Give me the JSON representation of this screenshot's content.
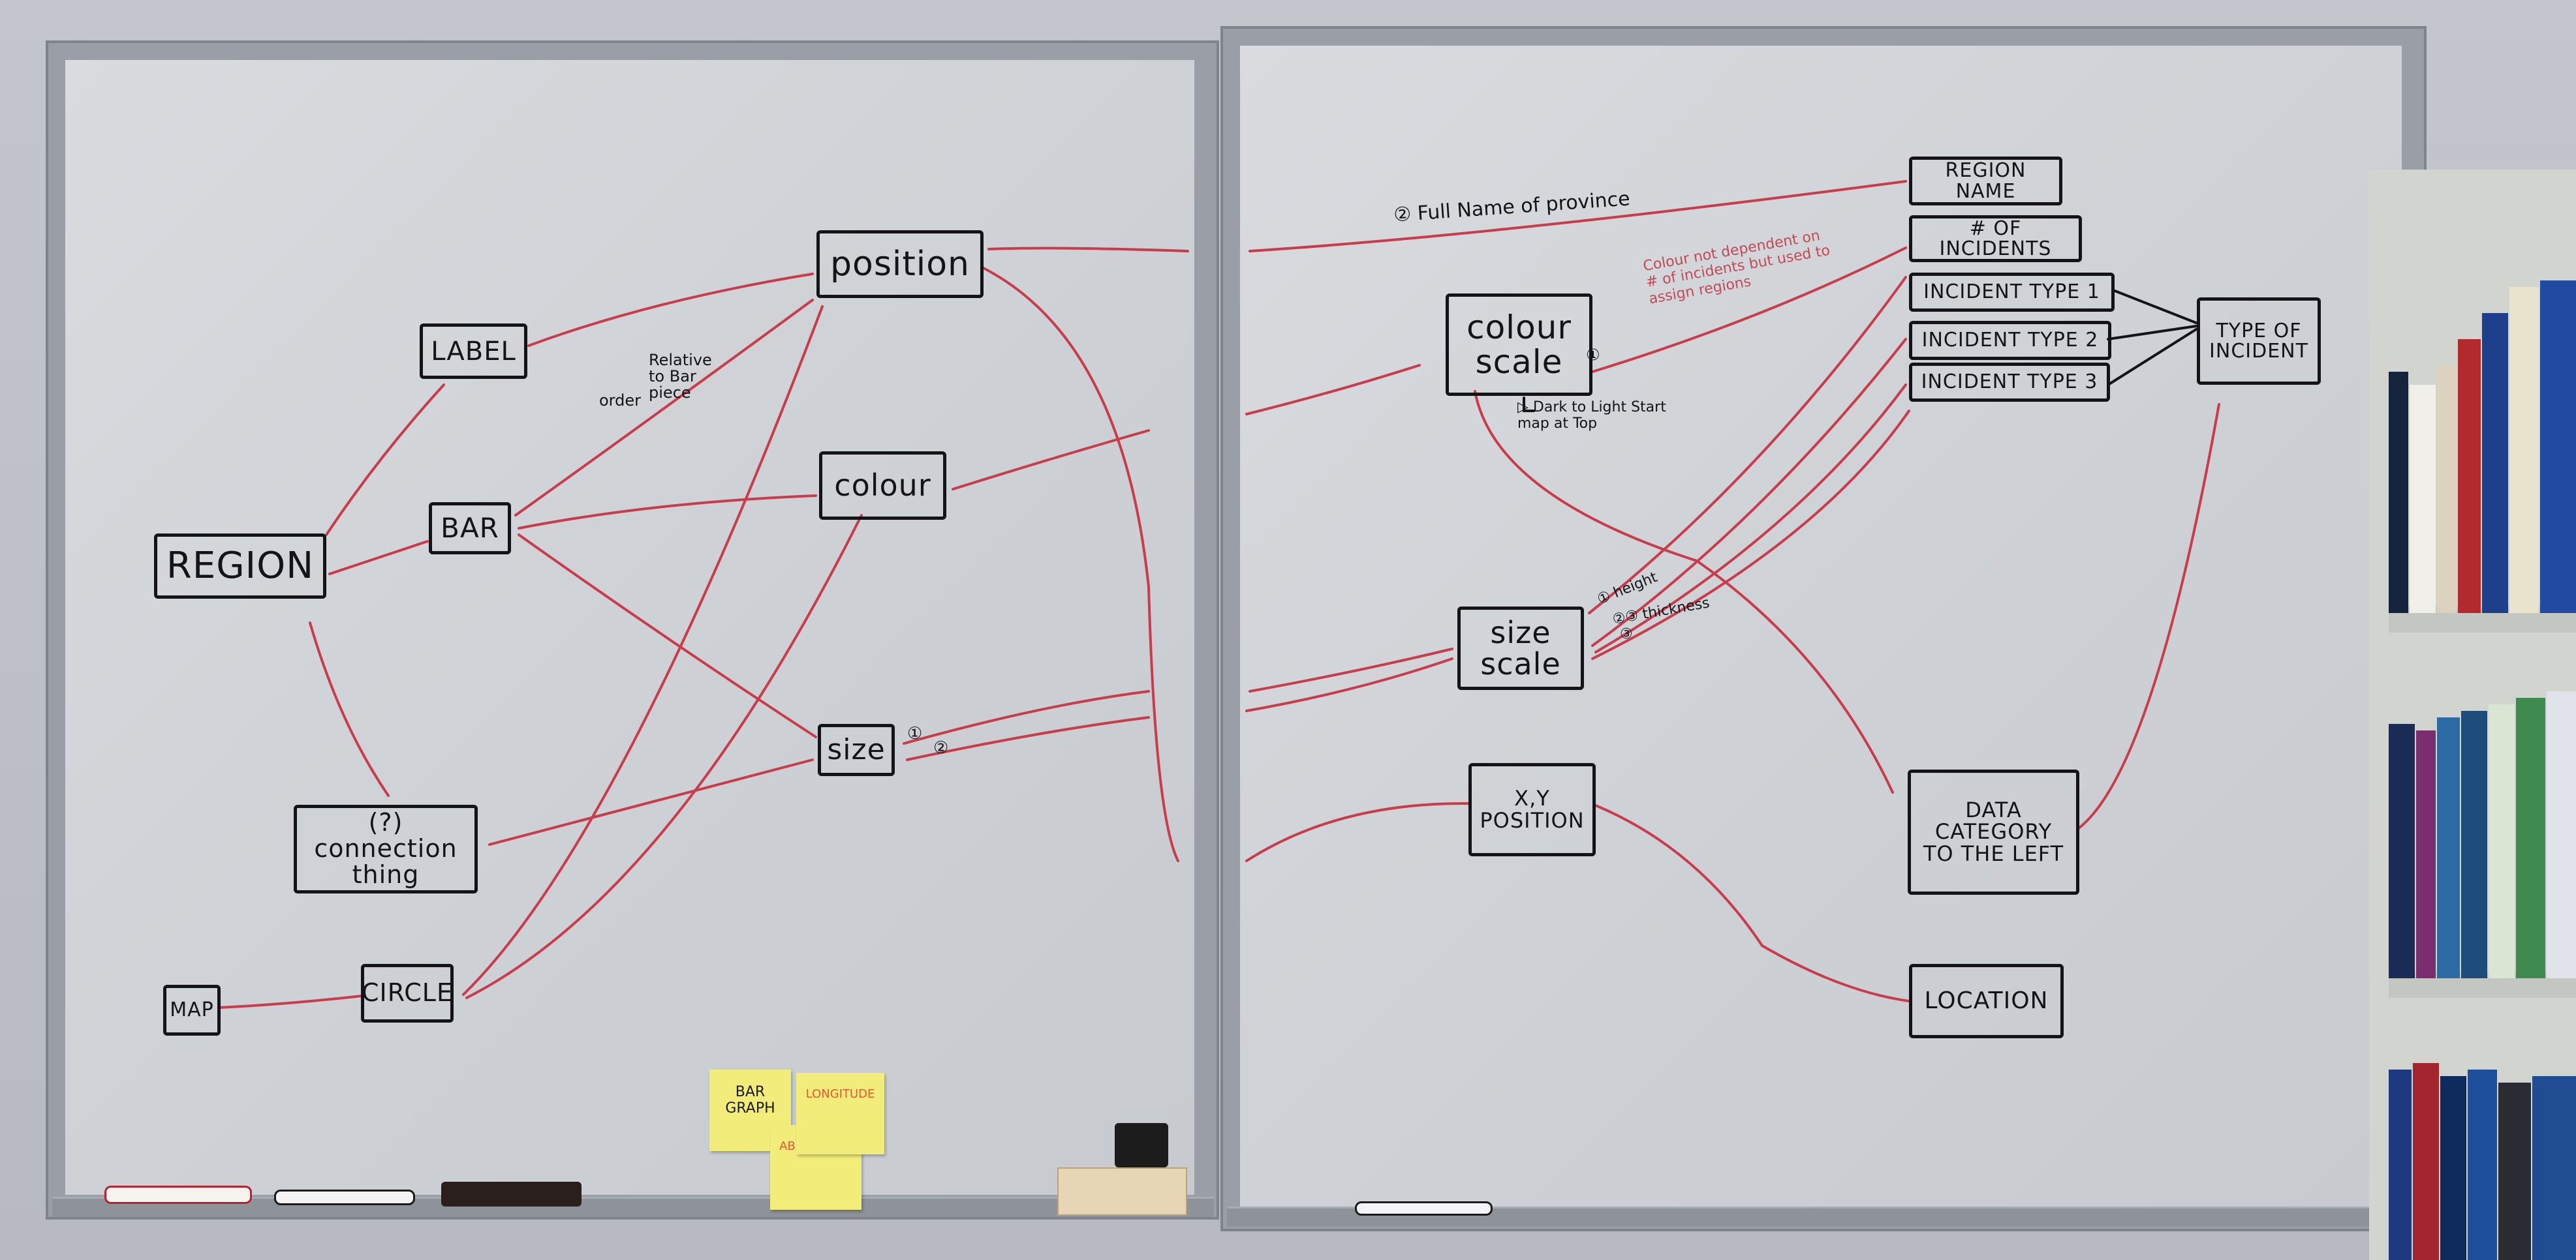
{
  "left_board": {
    "nodes": {
      "region": "REGION",
      "label": "LABEL",
      "bar": "BAR",
      "connection": "(?) connection thing",
      "map": "MAP",
      "circle": "CIRCLE",
      "position": "position",
      "colour": "colour",
      "size": "size"
    },
    "notes": {
      "relative": "Relative to Bar piece",
      "order": "order",
      "size_1": "①",
      "size_2": "②"
    },
    "stickies": {
      "bar_graph": "BAR GRAPH",
      "longitude": "LONGITUDE",
      "abbreviate": "ABBREVIATE"
    }
  },
  "right_board": {
    "nodes": {
      "region_name": "REGION NAME",
      "num_incidents": "# OF INCIDENTS",
      "type1": "INCIDENT TYPE 1",
      "type2": "INCIDENT TYPE 2",
      "type3": "INCIDENT TYPE 3",
      "type_of_incident": "TYPE OF INCIDENT",
      "colour_scale": "colour scale",
      "size_scale": "size scale",
      "xy_position": "X,Y POSITION",
      "data_category": "DATA CATEGORY TO THE LEFT",
      "location": "LOCATION"
    },
    "notes": {
      "full_name": "② Full Name of province",
      "colour_not": "Colour not dependent on # of incidents but used to assign regions",
      "dark_to_light": "▷ Dark to Light Start map at Top",
      "height": "① height",
      "thickness": "②③ thickness",
      "num3": "③",
      "colour_circle": "①"
    }
  },
  "colors": {
    "ink_black": "#141418",
    "ink_red": "#c83c4b",
    "board": "#d3d5d9",
    "sticky": "#f2ec7a"
  }
}
